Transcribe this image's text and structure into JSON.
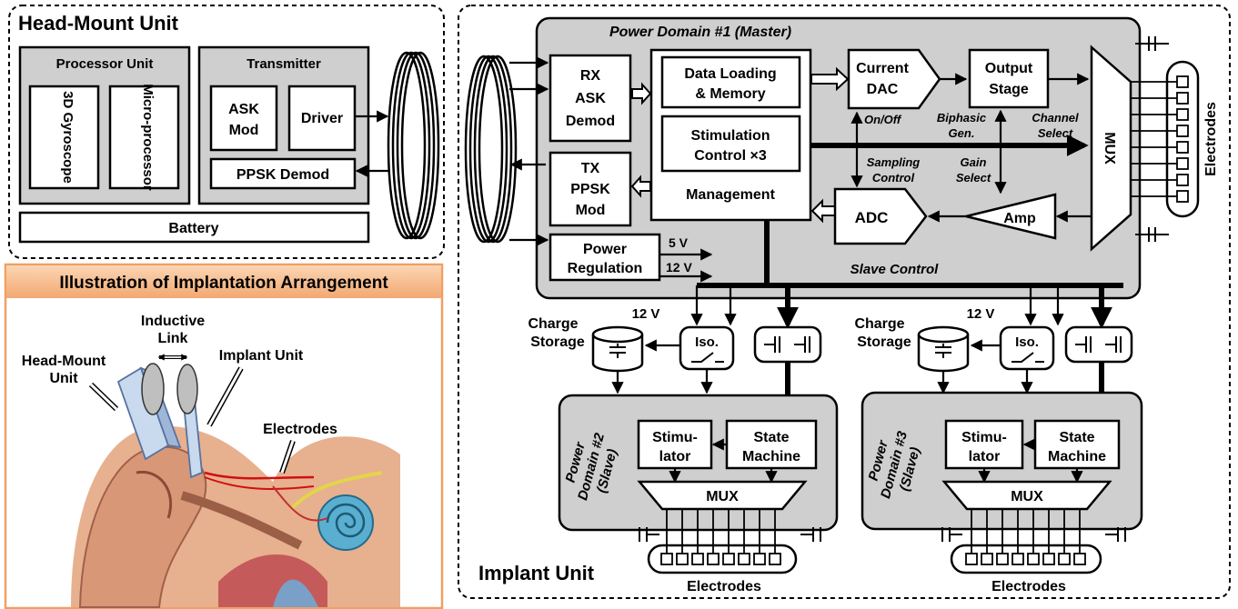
{
  "head_mount": {
    "title": "Head-Mount Unit",
    "processor_unit": "Processor Unit",
    "gyroscope": "3D Gyroscope",
    "microprocessor": "Micro-processor",
    "transmitter": "Transmitter",
    "ask_mod_1": "ASK",
    "ask_mod_2": "Mod",
    "driver": "Driver",
    "ppsk_demod": "PPSK Demod",
    "battery": "Battery"
  },
  "illustration": {
    "title": "Illustration of Implantation Arrangement",
    "inductive_link_1": "Inductive",
    "inductive_link_2": "Link",
    "head_mount_unit_1": "Head-Mount",
    "head_mount_unit_2": "Unit",
    "implant_unit": "Implant Unit",
    "electrodes": "Electrodes"
  },
  "implant": {
    "title": "Implant Unit",
    "domain1": "Power Domain #1 (Master)",
    "rx_1": "RX",
    "rx_2": "ASK",
    "rx_3": "Demod",
    "tx_1": "TX",
    "tx_2": "PPSK",
    "tx_3": "Mod",
    "data_loading_1": "Data Loading",
    "data_loading_2": "& Memory",
    "stim_control_1": "Stimulation",
    "stim_control_2": "Control ×3",
    "management": "Management",
    "power_reg_1": "Power",
    "power_reg_2": "Regulation",
    "v5": "5 V",
    "v12": "12 V",
    "current_dac_1": "Current",
    "current_dac_2": "DAC",
    "output_stage_1": "Output",
    "output_stage_2": "Stage",
    "on_off": "On/Off",
    "biphasic_1": "Biphasic",
    "biphasic_2": "Gen.",
    "channel_select_1": "Channel",
    "channel_select_2": "Select",
    "sampling_1": "Sampling",
    "sampling_2": "Control",
    "gain_1": "Gain",
    "gain_2": "Select",
    "adc": "ADC",
    "amp": "Amp",
    "mux": "MUX",
    "electrodes": "Electrodes",
    "slave_control": "Slave Control"
  },
  "slaves": [
    {
      "v12": "12 V",
      "charge_1": "Charge",
      "charge_2": "Storage",
      "iso": "Iso.",
      "domain_1": "Power",
      "domain_2": "Domain #2",
      "domain_3": "(Slave)",
      "stim_1": "Stimu-",
      "stim_2": "lator",
      "state_1": "State",
      "state_2": "Machine",
      "mux": "MUX",
      "electrodes": "Electrodes"
    },
    {
      "v12": "12 V",
      "charge_1": "Charge",
      "charge_2": "Storage",
      "iso": "Iso.",
      "domain_1": "Power",
      "domain_2": "Domain #3",
      "domain_3": "(Slave)",
      "stim_1": "Stimu-",
      "stim_2": "lator",
      "state_1": "State",
      "state_2": "Machine",
      "mux": "MUX",
      "electrodes": "Electrodes"
    }
  ]
}
